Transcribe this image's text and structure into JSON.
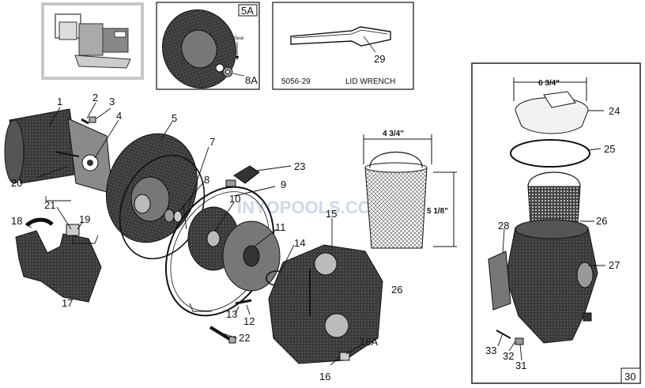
{
  "watermark": "INYOPOOLS.COM",
  "inset_lid_wrench": {
    "part_no": "5056-29",
    "title": "LID WRENCH",
    "callout": "29"
  },
  "inset_diffuser": {
    "tag": "5A",
    "callout": "8A",
    "note": "Seal"
  },
  "inset_strainer": {
    "page": "30"
  },
  "basket_dims": {
    "width": "4 3/4\"",
    "height": "5 1/8\"",
    "part": "26"
  },
  "lid_dim": "6 3/4\"",
  "callouts": [
    "1",
    "2",
    "3",
    "4",
    "5",
    "7",
    "8",
    "9",
    "10",
    "11",
    "12",
    "13",
    "14",
    "15",
    "16",
    "16A",
    "17",
    "18",
    "19",
    "20",
    "21",
    "22",
    "23",
    "24",
    "25",
    "26",
    "27",
    "28",
    "31",
    "32",
    "33"
  ]
}
